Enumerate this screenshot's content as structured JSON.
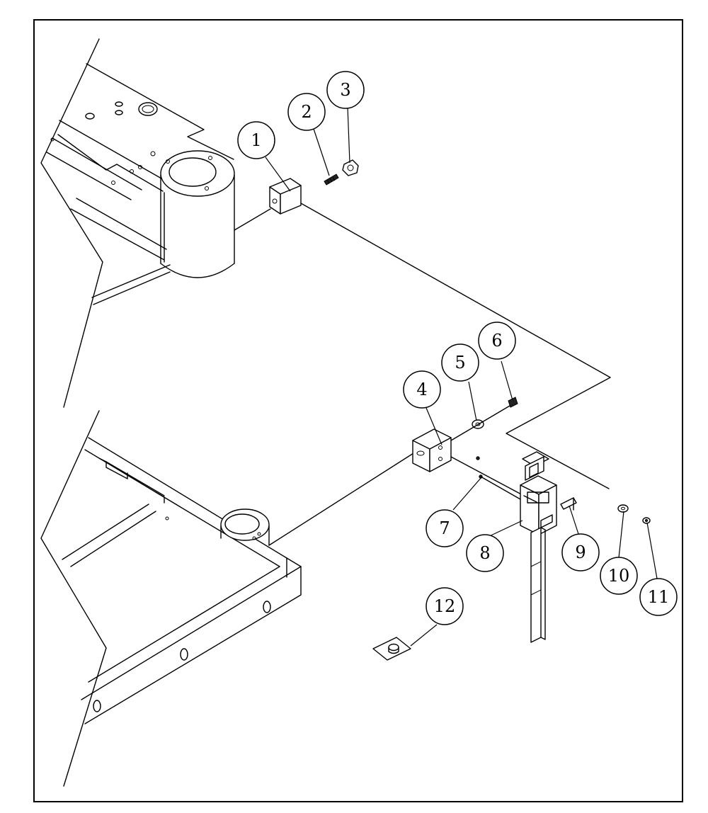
{
  "callouts": [
    {
      "id": "c1",
      "number": "1"
    },
    {
      "id": "c2",
      "number": "2"
    },
    {
      "id": "c3",
      "number": "3"
    },
    {
      "id": "c4",
      "number": "4"
    },
    {
      "id": "c5",
      "number": "5"
    },
    {
      "id": "c6",
      "number": "6"
    },
    {
      "id": "c7",
      "number": "7"
    },
    {
      "id": "c8",
      "number": "8"
    },
    {
      "id": "c9",
      "number": "9"
    },
    {
      "id": "c10",
      "number": "10"
    },
    {
      "id": "c11",
      "number": "11"
    },
    {
      "id": "c12",
      "number": "12"
    }
  ]
}
